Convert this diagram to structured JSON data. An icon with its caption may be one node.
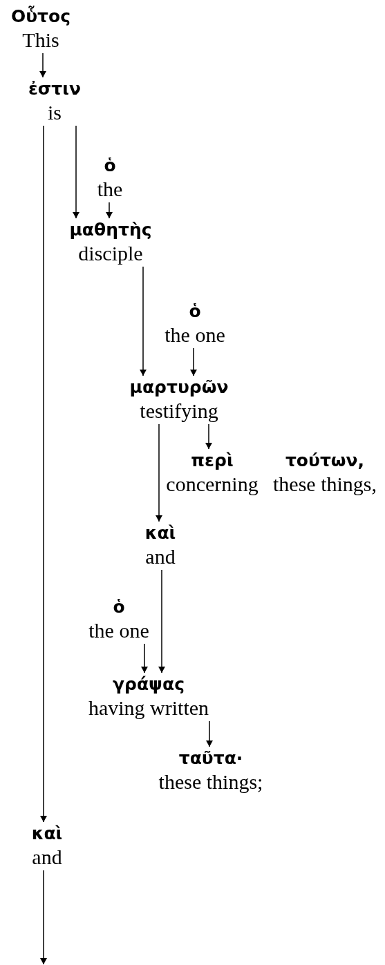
{
  "diagram": {
    "nodes": [
      {
        "text": [
          "Οὗτος",
          "This"
        ]
      },
      {
        "text": [
          "ἐστιν",
          "is"
        ]
      },
      {
        "text": [
          "ὁ",
          "the"
        ]
      },
      {
        "text": [
          "μαθητὴς",
          "disciple"
        ]
      },
      {
        "text": [
          "ὁ",
          "the one"
        ]
      },
      {
        "text": [
          "μαρτυρῶν",
          "testifying"
        ]
      },
      {
        "text": [
          "περὶ",
          "concerning"
        ]
      },
      {
        "text": [
          "τούτων,",
          "these things,"
        ]
      },
      {
        "text": [
          "καὶ",
          "and"
        ]
      },
      {
        "text": [
          "ὁ",
          "the one"
        ]
      },
      {
        "text": [
          "γράψας",
          "having written"
        ]
      },
      {
        "text": [
          "ταῦτα·",
          "these things;"
        ]
      },
      {
        "text": [
          "καὶ",
          "and"
        ]
      }
    ],
    "edges": [
      {
        "from": 0,
        "to": 1,
        "arrow": "to"
      },
      {
        "from": 1,
        "to": 12,
        "arrow": "to"
      },
      {
        "from": 1,
        "to": 3,
        "arrow": "to"
      },
      {
        "from": 2,
        "to": 3,
        "arrow": "to"
      },
      {
        "from": 3,
        "to": 5,
        "arrow": "to"
      },
      {
        "from": 4,
        "to": 5,
        "arrow": "to"
      },
      {
        "from": 5,
        "to": 6,
        "arrow": "to"
      },
      {
        "from": 5,
        "to": 8,
        "arrow": "to"
      },
      {
        "from": 8,
        "to": 10,
        "arrow": "to"
      },
      {
        "from": 9,
        "to": 10,
        "arrow": "to"
      },
      {
        "from": 10,
        "to": 11,
        "arrow": "to"
      },
      {
        "from": 12,
        "to": null,
        "arrow": "to"
      }
    ]
  }
}
